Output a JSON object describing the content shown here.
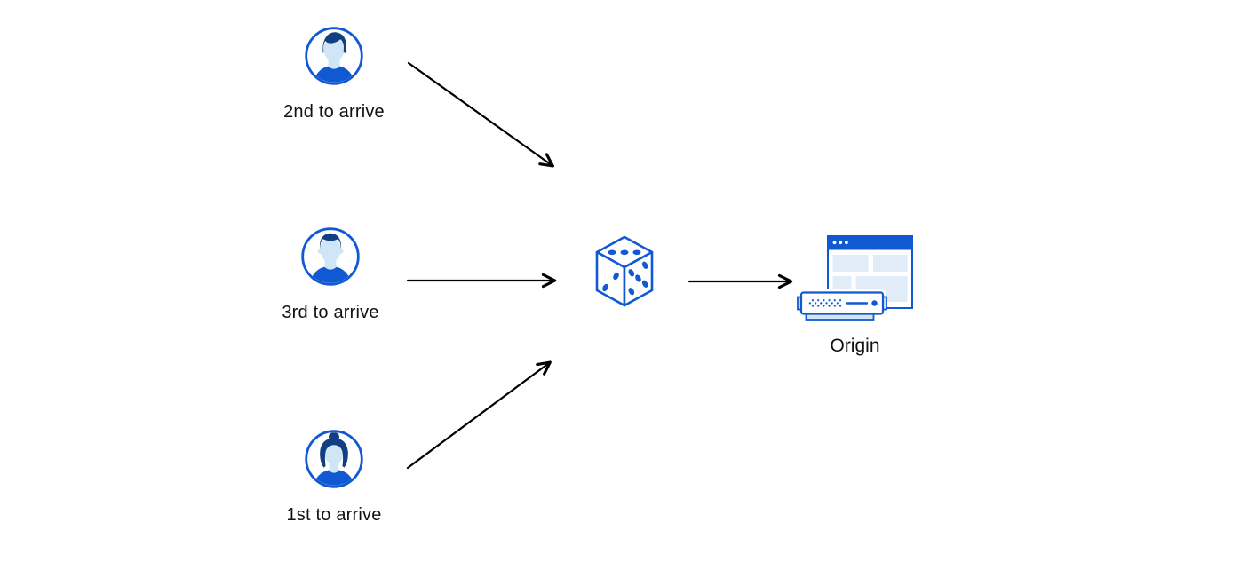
{
  "diagram": {
    "type": "flow-diagram",
    "description": "Three visitors arriving in different order are routed randomly (dice) to an origin server",
    "nodes": {
      "user_second": {
        "label": "2nd to arrive",
        "icon": "user-avatar-icon"
      },
      "user_third": {
        "label": "3rd to arrive",
        "icon": "user-avatar-icon"
      },
      "user_first": {
        "label": "1st to arrive",
        "icon": "user-avatar-icon"
      },
      "randomizer": {
        "icon": "dice-icon"
      },
      "origin": {
        "label": "Origin",
        "icon": "origin-server-icon"
      }
    },
    "edges": [
      {
        "from": "user_second",
        "to": "randomizer"
      },
      {
        "from": "user_third",
        "to": "randomizer"
      },
      {
        "from": "user_first",
        "to": "randomizer"
      },
      {
        "from": "randomizer",
        "to": "origin"
      }
    ]
  },
  "colors": {
    "primary_blue": "#1159d2",
    "navy": "#123f82",
    "face_blue": "#cfe6f6",
    "panel_blue": "#e1ecf9",
    "server_base_blue": "#cfe4f7",
    "arrow_black": "#000000",
    "text_black": "#111111",
    "background": "#ffffff"
  }
}
